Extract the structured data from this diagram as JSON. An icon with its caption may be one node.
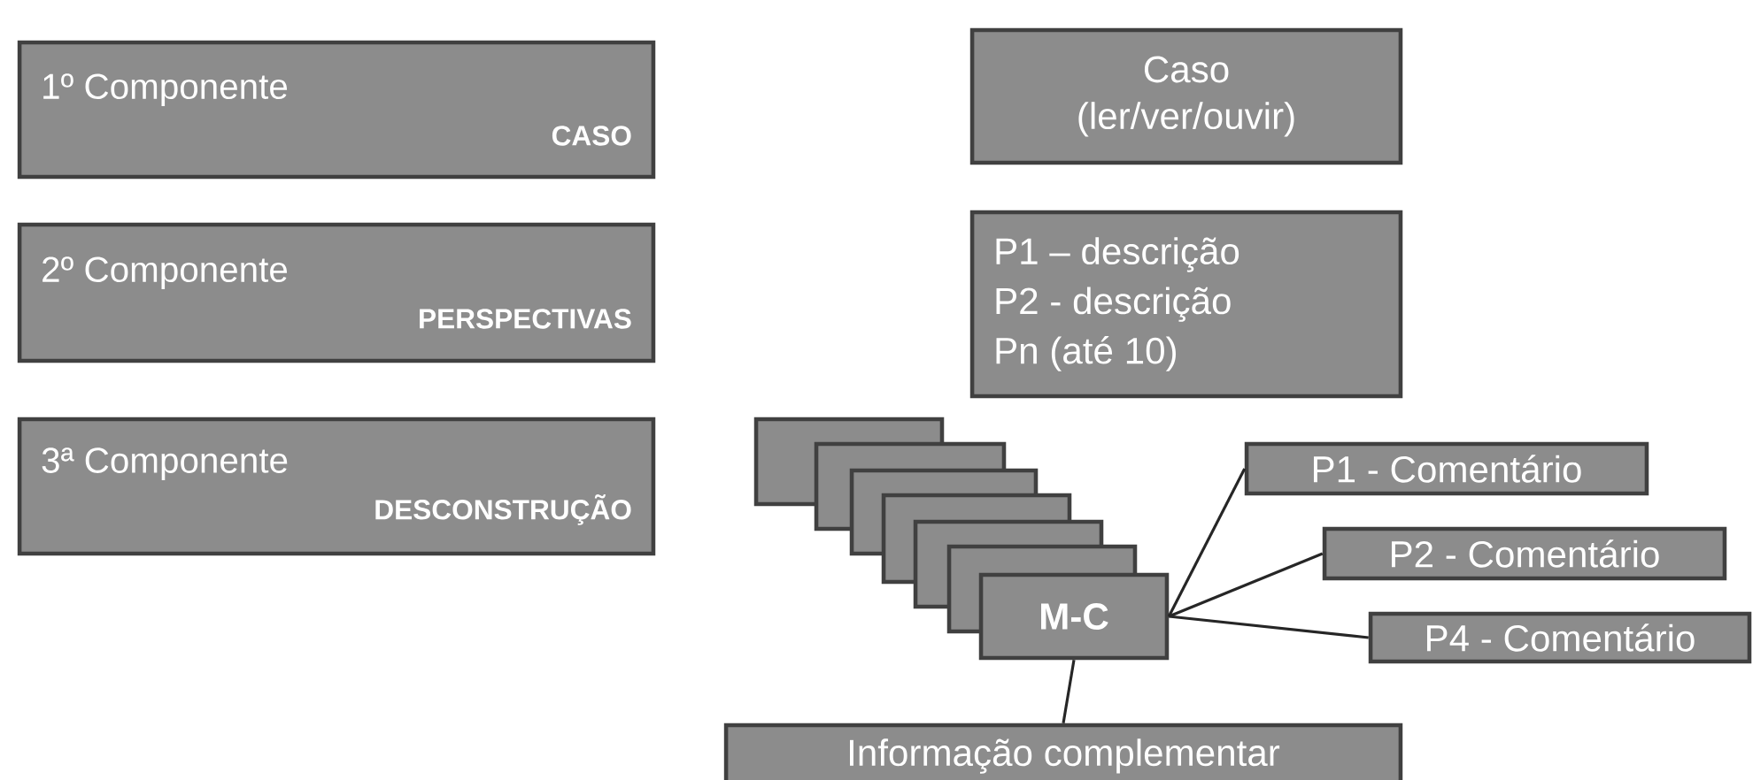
{
  "diagram": {
    "nodes": [
      {
        "text": [
          "1º Componente",
          "CASO"
        ]
      },
      {
        "text": [
          "2º Componente",
          "PERSPECTIVAS"
        ]
      },
      {
        "text": [
          "3ª Componente",
          "DESCONSTRUÇÃO"
        ]
      },
      {
        "text": [
          "Caso",
          "(ler/ver/ouvir)"
        ]
      },
      {
        "text": [
          "P1 – descrição",
          "P2 - descrição",
          "Pn  (até 10)"
        ]
      },
      {
        "text": [],
        "shape": "box"
      },
      {
        "text": [],
        "shape": "box"
      },
      {
        "text": [],
        "shape": "box"
      },
      {
        "text": [],
        "shape": "box"
      },
      {
        "text": [],
        "shape": "box"
      },
      {
        "text": [],
        "shape": "box"
      },
      {
        "text": [
          "M-C"
        ]
      },
      {
        "text": [
          "P1 - Comentário"
        ]
      },
      {
        "text": [
          "P2 - Comentário"
        ]
      },
      {
        "text": [
          "P4 - Comentário"
        ]
      },
      {
        "text": [
          "Informação complementar"
        ]
      }
    ],
    "edges": [
      {
        "from": 11,
        "to": 12,
        "arrow": "none"
      },
      {
        "from": 11,
        "to": 13,
        "arrow": "none"
      },
      {
        "from": 11,
        "to": 14,
        "arrow": "none"
      },
      {
        "from": 11,
        "to": 15,
        "arrow": "none"
      }
    ]
  }
}
